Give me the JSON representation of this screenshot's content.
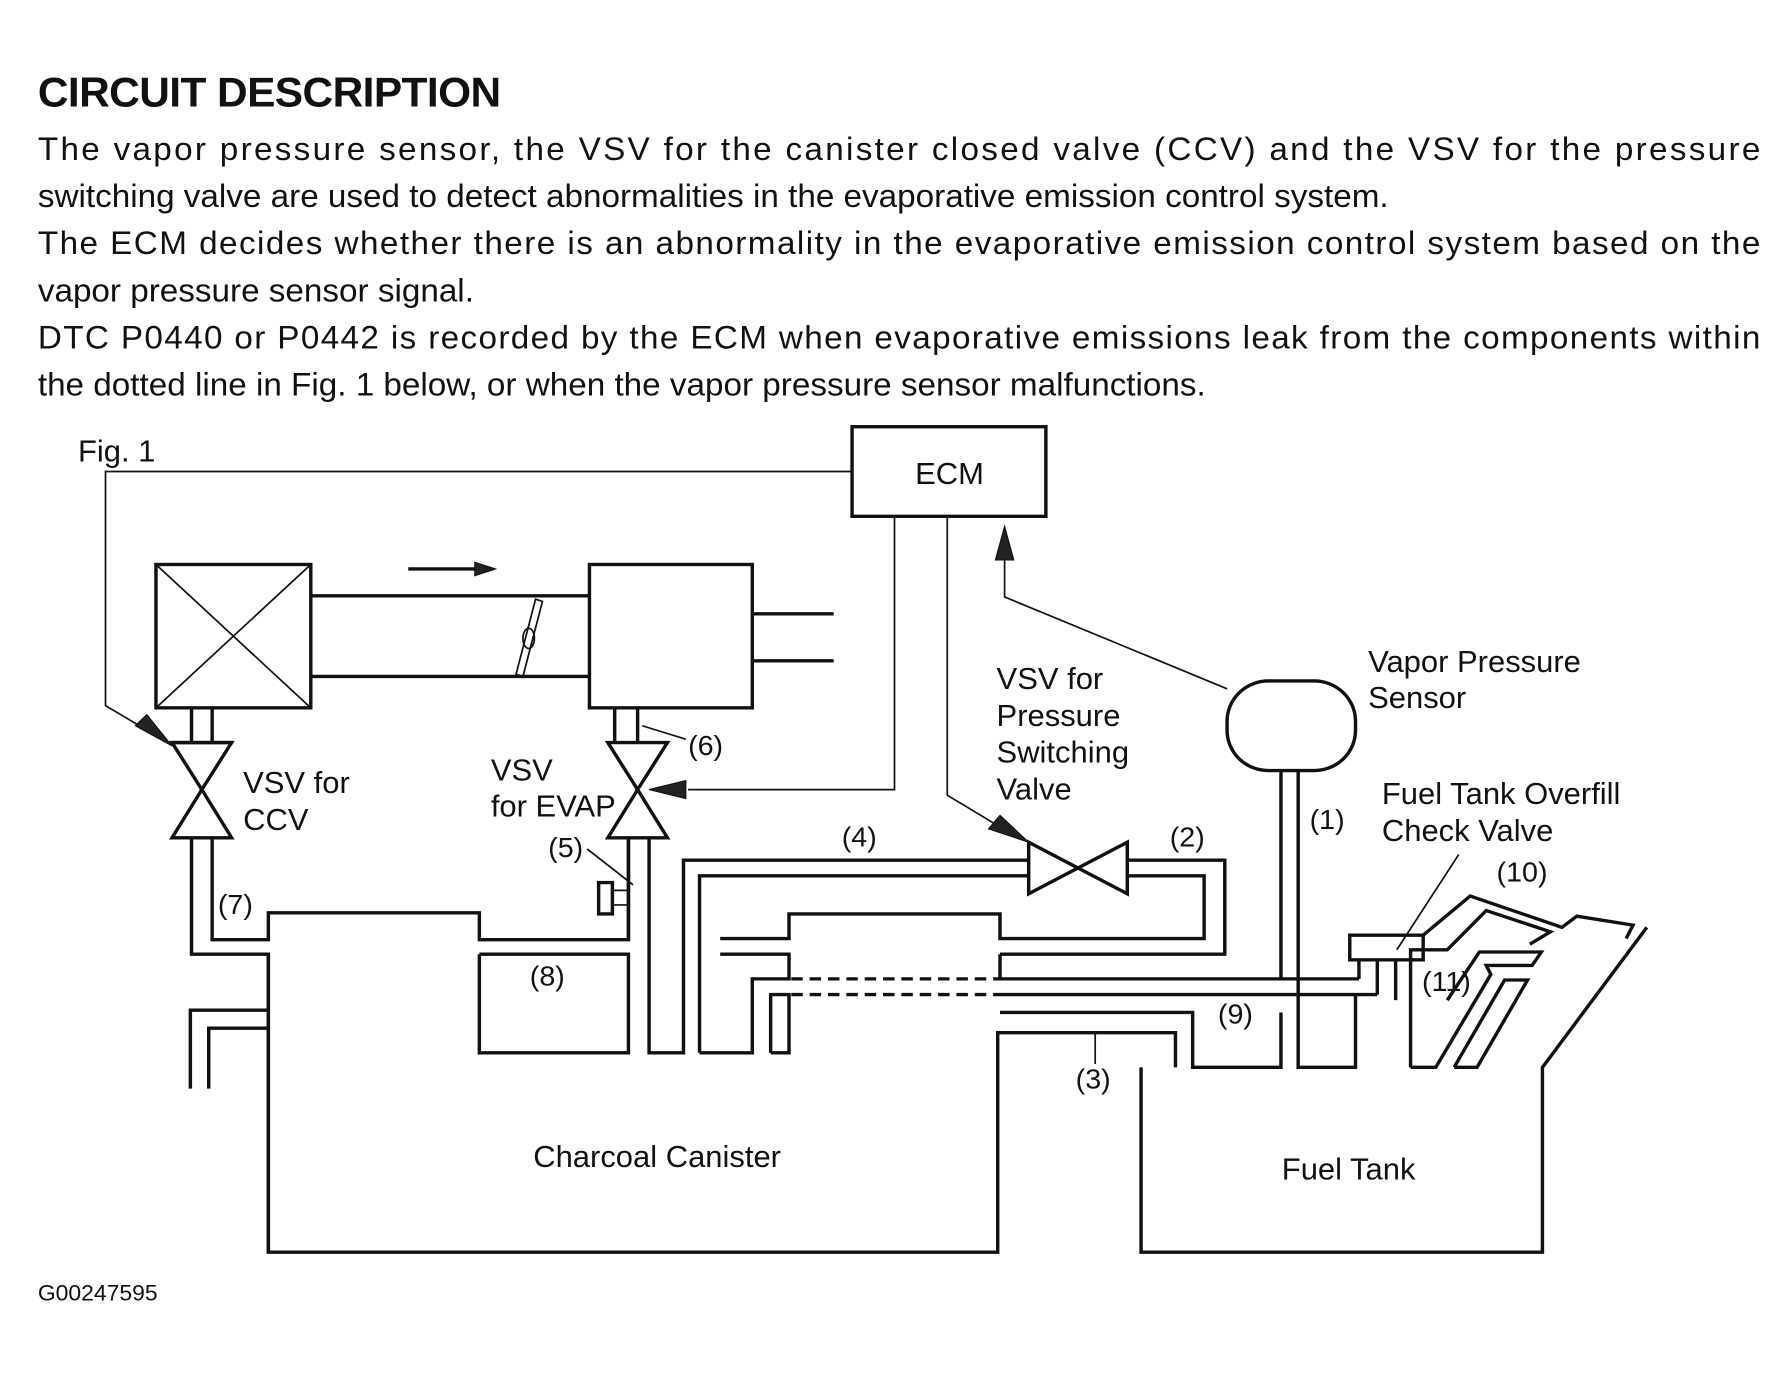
{
  "document": {
    "heading": "CIRCUIT DESCRIPTION",
    "paragraph_lines": [
      "The vapor pressure sensor, the VSV for the canister closed valve (CCV) and the VSV for the pressure",
      "switching valve are used to detect abnormalities in the evaporative emission control system.",
      "The ECM decides whether there is an abnormality in the evaporative emission control system based on the",
      "vapor pressure sensor signal.",
      "DTC P0440 or P0442 is recorded by the ECM when evaporative emissions leak from the components within",
      "the dotted line in Fig. 1 below, or when the vapor pressure sensor malfunctions."
    ]
  },
  "figure": {
    "label": "Fig. 1",
    "ecm": "ECM",
    "vsv_ccv": [
      "VSV for",
      "CCV"
    ],
    "vsv_evap": [
      "VSV",
      "for EVAP"
    ],
    "vsv_psv": [
      "VSV for",
      "Pressure",
      "Switching",
      "Valve"
    ],
    "vapor_sensor": [
      "Vapor Pressure",
      "Sensor"
    ],
    "overfill_valve": [
      "Fuel Tank Overfill",
      "Check Valve"
    ],
    "canister": "Charcoal Canister",
    "fuel_tank": "Fuel Tank",
    "callouts": {
      "c1": "(1)",
      "c2": "(2)",
      "c3": "(3)",
      "c4": "(4)",
      "c5": "(5)",
      "c6": "(6)",
      "c7": "(7)",
      "c8": "(8)",
      "c9": "(9)",
      "c10": "(10)",
      "c11": "(11)"
    },
    "figure_id": "G00247595"
  }
}
